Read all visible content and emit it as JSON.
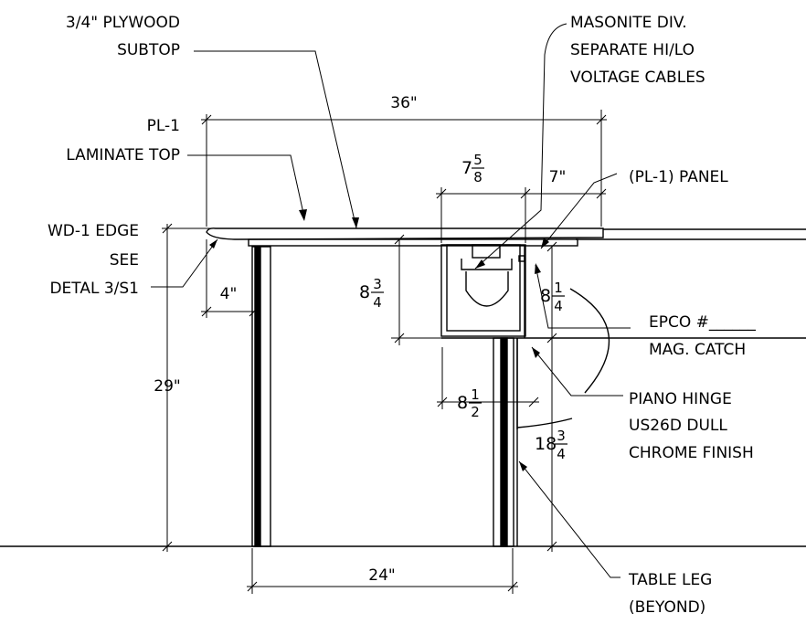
{
  "labels": {
    "plywood_line1": "3/4\" PLYWOOD",
    "plywood_line2": "SUBTOP",
    "masonite_line1": "MASONITE DIV.",
    "masonite_line2": "SEPARATE HI/LO",
    "masonite_line3": "VOLTAGE CABLES",
    "pl1_line1": "PL-1",
    "pl1_line2": "LAMINATE TOP",
    "panel": "(PL-1) PANEL",
    "wd1_line1": "WD-1 EDGE",
    "wd1_line2": "SEE",
    "wd1_line3": "DETAL 3/S1",
    "epco_line1": "EPCO #______",
    "epco_line2": "MAG. CATCH",
    "hinge_line1": "PIANO HINGE",
    "hinge_line2": "US26D DULL",
    "hinge_line3": "CHROME FINISH",
    "leg_line1": "TABLE LEG",
    "leg_line2": "(BEYOND)"
  },
  "dimensions": {
    "width_36": "36\"",
    "height_29": "29\"",
    "offset_4": "4\"",
    "leg_span_24": "24\"",
    "dim_7": "7\"",
    "dim_7_5_8": {
      "whole": "7",
      "num": "5",
      "den": "8"
    },
    "dim_8_3_4": {
      "whole": "8",
      "num": "3",
      "den": "4"
    },
    "dim_8_1_4": {
      "whole": "8",
      "num": "1",
      "den": "4"
    },
    "dim_8_1_2": {
      "whole": "8",
      "num": "1",
      "den": "2"
    },
    "dim_18_3_4": {
      "whole": "18",
      "num": "3",
      "den": "4"
    }
  }
}
